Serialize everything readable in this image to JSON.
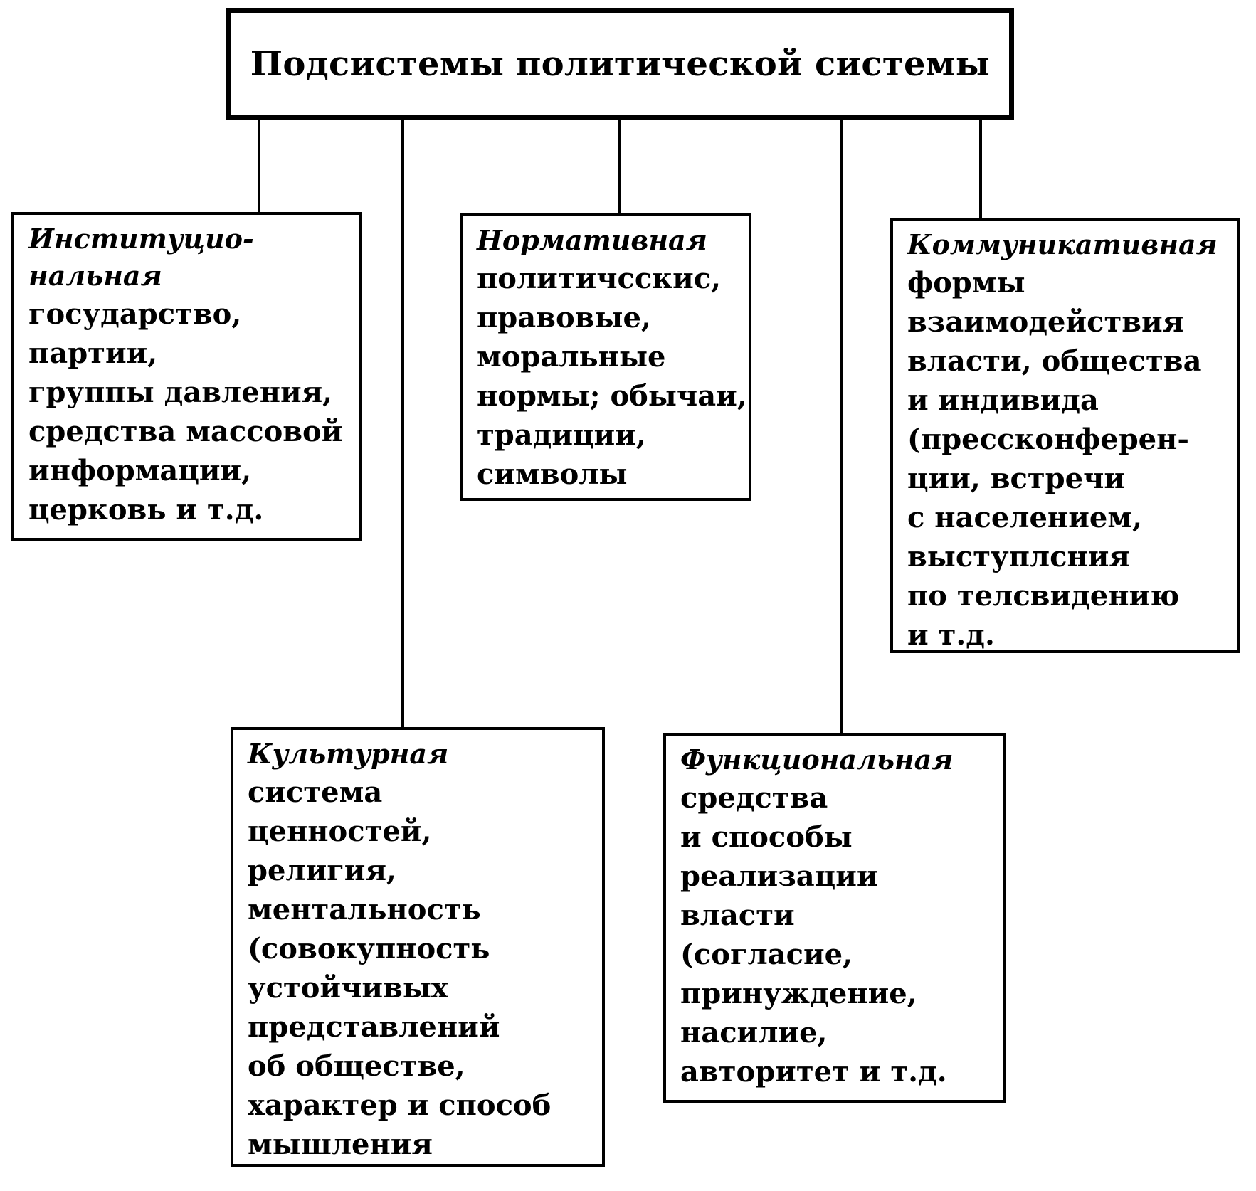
{
  "diagram": {
    "title": "Подсистемы политической системы",
    "nodes": [
      {
        "id": "institutional",
        "title_lines": [
          "Институцио-",
          "нальная"
        ],
        "lines": [
          "государство,",
          "партии,",
          "группы давления,",
          "средства массовой",
          "информации,",
          "церковь и т.д."
        ]
      },
      {
        "id": "normative",
        "title_lines": [
          "Нормативная"
        ],
        "lines": [
          "политичсскис,",
          "правовые,",
          "моральные",
          "нормы; обычаи,",
          "традиции,",
          "символы"
        ]
      },
      {
        "id": "communicative",
        "title_lines": [
          "Коммуникативная"
        ],
        "lines": [
          "формы",
          "взаимодействия",
          "власти, общества",
          "и индивида",
          "(прессконферен-",
          "ции, встречи",
          "с населением,",
          "выступлсния",
          "по телсвидению",
          "и т.д."
        ]
      },
      {
        "id": "cultural",
        "title_lines": [
          "Культурная"
        ],
        "lines": [
          "система",
          "ценностей,",
          "религия,",
          "ментальность",
          "(совокупность",
          "устойчивых",
          "представлений",
          "об обществе,",
          "характер и способ",
          "мышления"
        ]
      },
      {
        "id": "functional",
        "title_lines": [
          "Функциональная"
        ],
        "lines": [
          "средства",
          "и способы",
          "реализации",
          "власти",
          "(согласие,",
          "принуждение,",
          "насилие,",
          "авторитет и т.д."
        ]
      }
    ]
  }
}
